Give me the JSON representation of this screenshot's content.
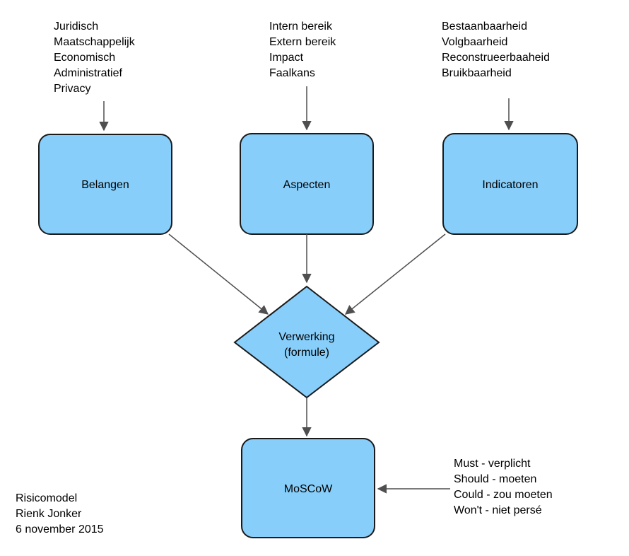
{
  "diagram_title": "Risicomodel",
  "nodes": {
    "belangen": {
      "label": "Belangen"
    },
    "aspecten": {
      "label": "Aspecten"
    },
    "indicatoren": {
      "label": "Indicatoren"
    },
    "verwerking": {
      "label_line1": "Verwerking",
      "label_line2": "(formule)"
    },
    "moscow": {
      "label": "MoSCoW"
    }
  },
  "annotations": {
    "belangen_inputs": [
      "Juridisch",
      "Maatschappelijk",
      "Economisch",
      "Administratief",
      "Privacy"
    ],
    "aspecten_inputs": [
      "Intern bereik",
      "Extern bereik",
      "Impact",
      "Faalkans"
    ],
    "indicatoren_inputs": [
      "Bestaanbaarheid",
      "Volgbaarheid",
      "Reconstrueerbaaheid",
      "Bruikbaarheid"
    ],
    "moscow_legend": [
      "Must - verplicht",
      "Should - moeten",
      "Could - zou moeten",
      "Won't - niet persé"
    ]
  },
  "footer": {
    "line1": "Risicomodel",
    "line2": "Rienk Jonker",
    "line3": "6 november 2015"
  },
  "colors": {
    "node_fill": "#87CEFA",
    "node_stroke": "#1a1a1a",
    "arrow": "#4f4f4f",
    "text": "#000000",
    "background": "#ffffff"
  }
}
